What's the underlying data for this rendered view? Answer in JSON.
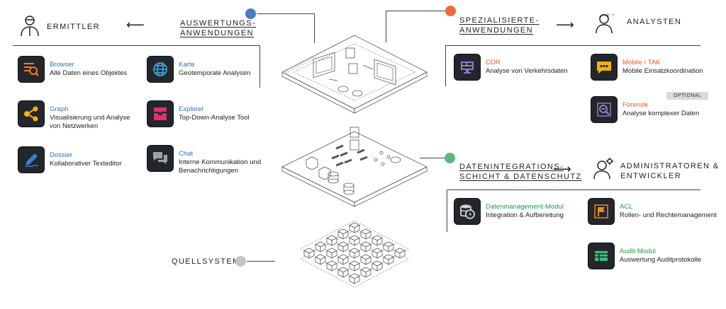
{
  "colors": {
    "blue": "#4a7cc4",
    "orange": "#ec6b3f",
    "green": "#5db77d",
    "grey": "#c4c4c4",
    "tile": "#23272b"
  },
  "roles": {
    "ermittler": "ERMITTLER",
    "analysten": "ANALYSTEN",
    "admins_line1": "ADMINISTRATOREN &",
    "admins_line2": "ENTWICKLER"
  },
  "sections": {
    "auswertung_line1": "AUSWERTUNGS-",
    "auswertung_line2": "ANWENDUNGEN",
    "spezial_line1": "SPEZIALISIERTE-",
    "spezial_line2": "ANWENDUNGEN",
    "daten_line1": "DATENINTEGRATIONS-",
    "daten_line2": "SCHICHT & DATENSCHUTZ",
    "quellsysteme": "QUELLSYSTEME"
  },
  "optional_badge": "OPTIONAL",
  "left_apps": [
    {
      "title": "Browser",
      "desc1": "Alle Daten eines Objektes",
      "desc2": "",
      "icon": "browser-icon"
    },
    {
      "title": "Graph",
      "desc1": "Visualisierung und Analyse",
      "desc2": "von Netzwerken",
      "icon": "graph-icon"
    },
    {
      "title": "Dossier",
      "desc1": "Kollaborativer Texteditor",
      "desc2": "",
      "icon": "dossier-icon"
    },
    {
      "title": "Karte",
      "desc1": "Geotemporale Analysen",
      "desc2": "",
      "icon": "globe-icon"
    },
    {
      "title": "Explorer",
      "desc1": "Top-Down-Analyse Tool",
      "desc2": "",
      "icon": "explorer-icon"
    },
    {
      "title": "Chat",
      "desc1": "Interne Kommunikation und",
      "desc2": "Benachrichtigungen",
      "icon": "chat-icon"
    }
  ],
  "special_apps": [
    {
      "title": "CDR",
      "desc1": "Analyse von Verkehrsdaten",
      "icon": "cdr-icon"
    },
    {
      "title": "Mobile / TAK",
      "desc1": "Mobile Einsatzkoordination",
      "icon": "mobile-icon"
    },
    {
      "title": "Forensik",
      "desc1": "Analyse komplexer Daten",
      "icon": "forensik-icon"
    }
  ],
  "data_apps": [
    {
      "title": "Datenmanagement-Modul",
      "desc1": "Integration & Aufbereitung",
      "icon": "database-icon"
    },
    {
      "title": "ACL",
      "desc1": "Rollen- und Rechtemanagement",
      "icon": "flag-icon"
    },
    {
      "title": "Audit-Modul",
      "desc1": "Auswertung Auditprotokolle",
      "icon": "table-icon"
    }
  ]
}
